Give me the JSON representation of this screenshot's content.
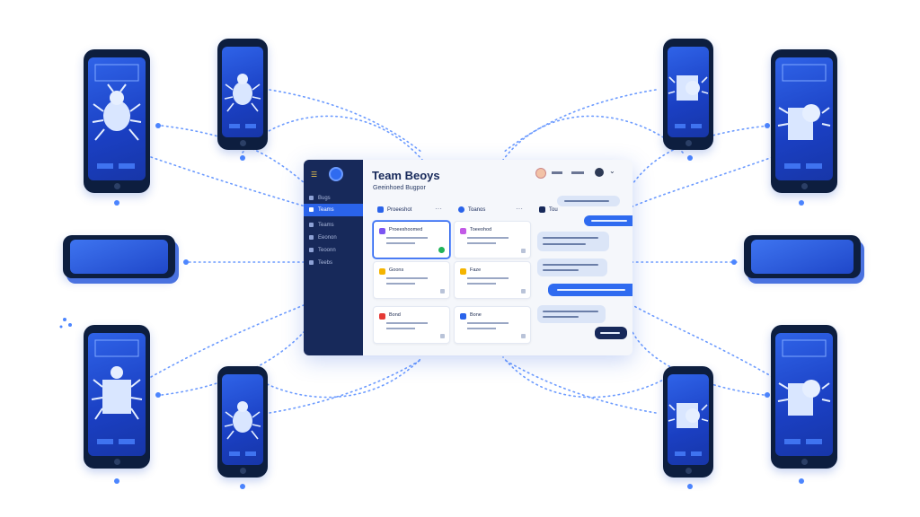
{
  "dashboard": {
    "title": "Team Beoys",
    "subtitle": "Geeinhoed Bugpor",
    "sidebar": {
      "items": [
        {
          "label": "Bugs"
        },
        {
          "label": "Teams"
        },
        {
          "label": "Teams"
        },
        {
          "label": "Eeonon"
        },
        {
          "label": "Teoonn"
        },
        {
          "label": "Teebs"
        }
      ],
      "active_index": 1
    },
    "columns": [
      {
        "header": "Proeeshot",
        "color": "#2a63ea",
        "cards": [
          {
            "title": "Proeeshoomed",
            "chip": "#7b55f2"
          },
          {
            "title": "Goons",
            "chip": "#f4b400"
          },
          {
            "title": "Bond",
            "chip": "#e53935"
          }
        ]
      },
      {
        "header": "Toanos",
        "color": "#2a63ea",
        "cards": [
          {
            "title": "Toeeohod",
            "chip": "#c25ae6"
          },
          {
            "title": "Faze",
            "chip": "#f4b400"
          },
          {
            "title": "Bone",
            "chip": "#2a63ea"
          }
        ]
      }
    ],
    "chat_header": "Tou",
    "colors": {
      "accent": "#2a63ea",
      "sidebar": "#17295a",
      "phone_screen": "#1f47c9"
    }
  }
}
